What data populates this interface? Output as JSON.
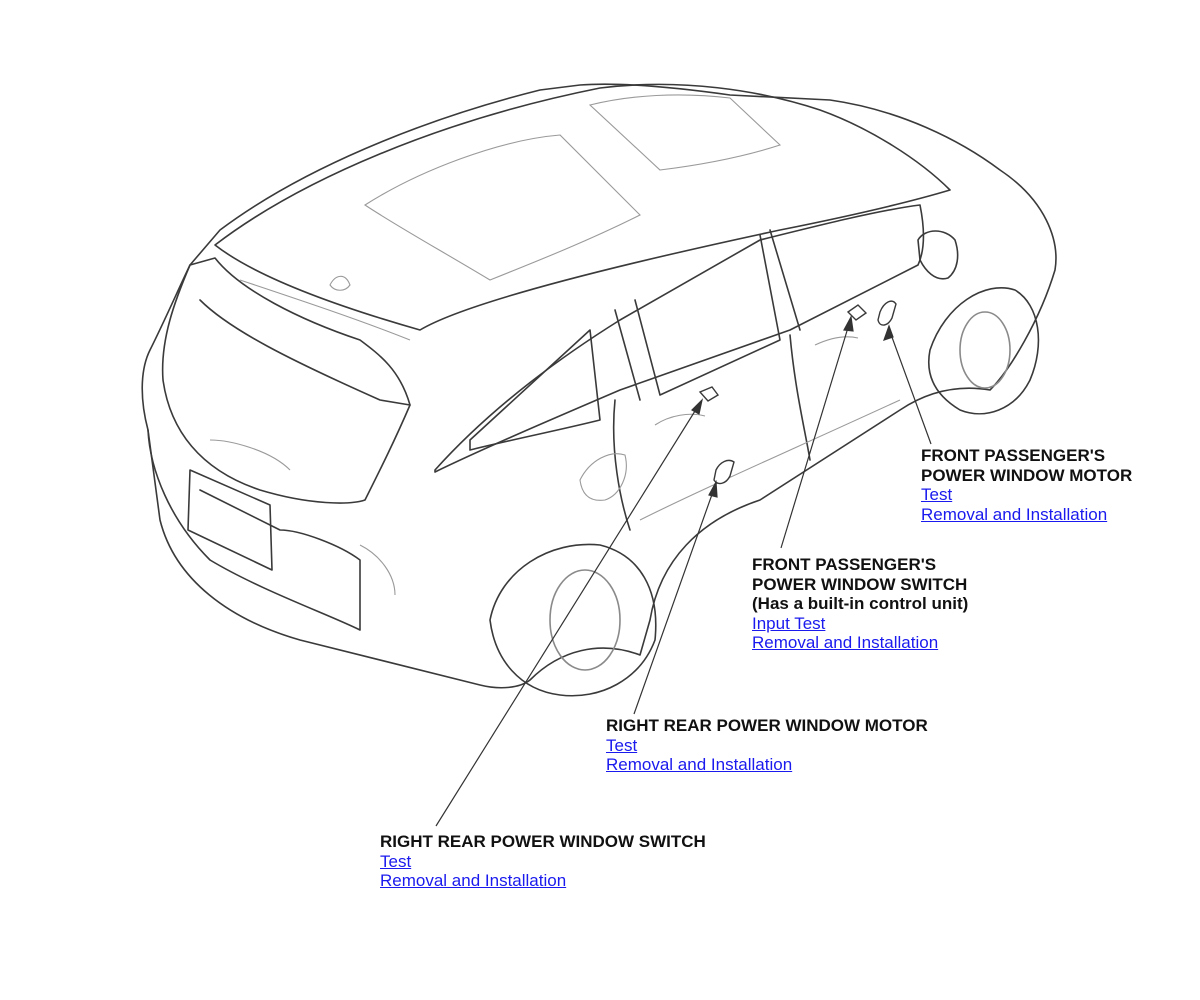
{
  "callouts": {
    "front_passenger_motor": {
      "title_line1": "FRONT PASSENGER'S",
      "title_line2": "POWER WINDOW MOTOR",
      "links": [
        "Test",
        "Removal and Installation"
      ]
    },
    "front_passenger_switch": {
      "title_line1": "FRONT PASSENGER'S",
      "title_line2": "POWER WINDOW SWITCH",
      "title_line3": "(Has a built-in control unit)",
      "links": [
        "Input Test",
        "Removal and Installation"
      ]
    },
    "right_rear_motor": {
      "title_line1": "RIGHT REAR POWER WINDOW MOTOR",
      "links": [
        "Test",
        "Removal and Installation"
      ]
    },
    "right_rear_switch": {
      "title_line1": "RIGHT REAR POWER WINDOW SWITCH",
      "links": [
        "Test",
        "Removal and Installation"
      ]
    }
  },
  "colors": {
    "link": "#1a1aee",
    "text": "#111111",
    "line": "#333333",
    "detail": "#9a9a9a"
  }
}
